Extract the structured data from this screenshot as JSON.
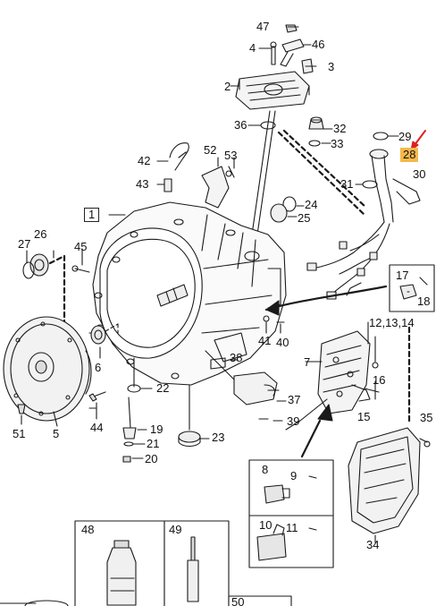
{
  "diagram": {
    "highlight_color": "#f5b94a",
    "arrow_color": "#e02020",
    "callouts": {
      "n1": "1",
      "n2": "2",
      "n3": "3",
      "n4": "4",
      "n5": "5",
      "n6": "6",
      "n7": "7",
      "n8": "8",
      "n9": "9",
      "n10": "10",
      "n11": "11",
      "n12_14": "12,13,14",
      "n15": "15",
      "n16": "16",
      "n17": "17",
      "n18": "18",
      "n19": "19",
      "n20": "20",
      "n21": "21",
      "n22": "22",
      "n23": "23",
      "n24": "24",
      "n25": "25",
      "n26": "26",
      "n27": "27",
      "n28": "28",
      "n29": "29",
      "n30": "30",
      "n31": "31",
      "n32": "32",
      "n33": "33",
      "n34": "34",
      "n35": "35",
      "n36": "36",
      "n37": "37",
      "n38": "38",
      "n39": "39",
      "n40": "40",
      "n41": "41",
      "n42": "42",
      "n43": "43",
      "n44": "44",
      "n45": "45",
      "n46": "46",
      "n47": "47",
      "n48": "48",
      "n49": "49",
      "n50": "50",
      "n51": "51",
      "n52": "52",
      "n53": "53"
    }
  }
}
